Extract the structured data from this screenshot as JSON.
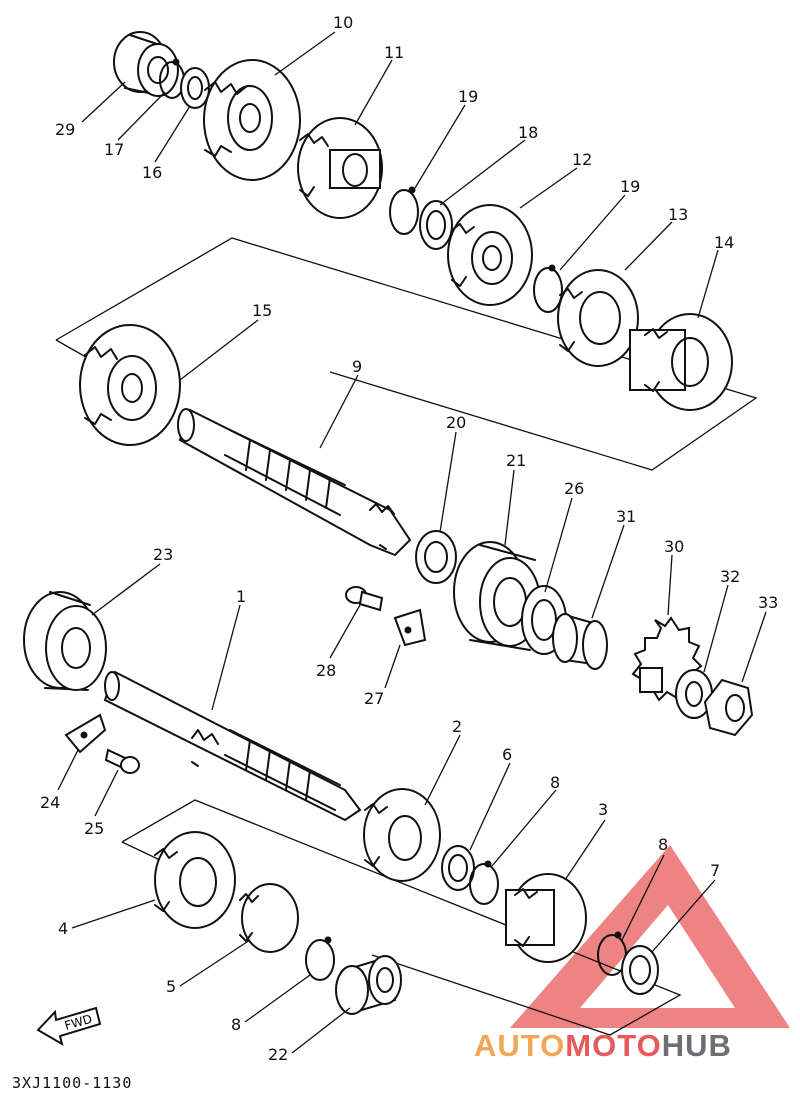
{
  "diagram": {
    "part_code": "3XJ1100-1130",
    "fwd_label": "FWD",
    "callouts": [
      "29",
      "17",
      "16",
      "10",
      "11",
      "19",
      "18",
      "12",
      "19",
      "13",
      "14",
      "15",
      "9",
      "20",
      "21",
      "26",
      "31",
      "30",
      "32",
      "33",
      "23",
      "1",
      "28",
      "27",
      "24",
      "25",
      "2",
      "6",
      "8",
      "3",
      "8",
      "7",
      "4",
      "5",
      "8",
      "22"
    ]
  },
  "watermark": {
    "part1": "AUTO",
    "part2": "MOTO",
    "part3": "HUB",
    "colors": {
      "auto": "#f2a65a",
      "moto": "#e85a5a",
      "hub": "#6d6f72",
      "triangle": "#e85a5a"
    }
  }
}
